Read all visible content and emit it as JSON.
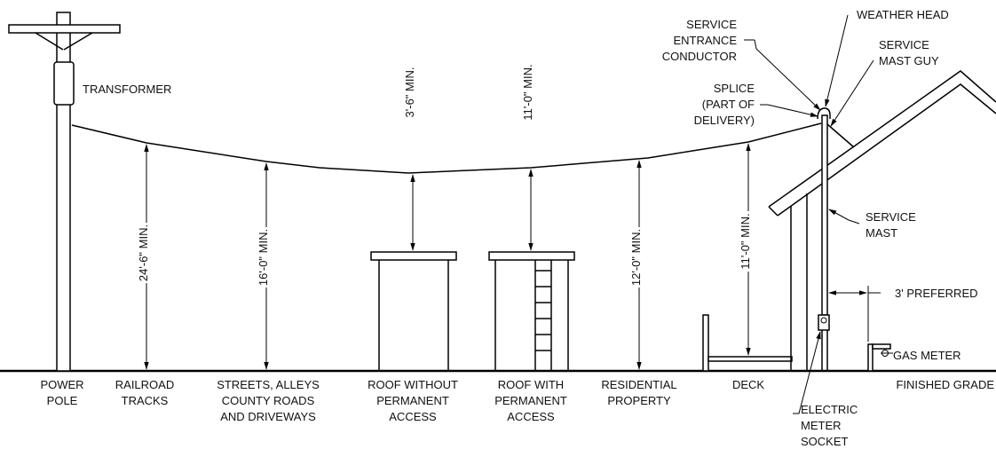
{
  "labels": {
    "transformer": "TRANSFORMER",
    "service_entrance_1": "SERVICE",
    "service_entrance_2": "ENTRANCE",
    "service_entrance_3": "CONDUCTOR",
    "weather_head": "WEATHER HEAD",
    "mast_guy_1": "SERVICE",
    "mast_guy_2": "MAST GUY",
    "splice_1": "SPLICE",
    "splice_2": "(PART OF",
    "splice_3": "DELIVERY)",
    "service_mast_1": "SERVICE",
    "service_mast_2": "MAST",
    "preferred": "3' PREFERRED",
    "gas_meter": "GAS METER",
    "meter_socket_1": "ELECTRIC",
    "meter_socket_2": "METER",
    "meter_socket_3": "SOCKET"
  },
  "clearances": {
    "railroad": "24'-6\" MIN.",
    "streets": "16'-0\" MIN.",
    "roof_no_access": "3'-6\" MIN.",
    "roof_access": "11'-0\" MIN.",
    "residential": "12'-0\" MIN.",
    "deck": "11'-0\" MIN."
  },
  "ground_labels": {
    "power_pole_1": "POWER",
    "power_pole_2": "POLE",
    "railroad_1": "RAILROAD",
    "railroad_2": "TRACKS",
    "streets_1": "STREETS, ALLEYS",
    "streets_2": "COUNTY ROADS",
    "streets_3": "AND DRIVEWAYS",
    "roof_no_1": "ROOF WITHOUT",
    "roof_no_2": "PERMANENT",
    "roof_no_3": "ACCESS",
    "roof_with_1": "ROOF WITH",
    "roof_with_2": "PERMANENT",
    "roof_with_3": "ACCESS",
    "residential_1": "RESIDENTIAL",
    "residential_2": "PROPERTY",
    "deck": "DECK",
    "finished_grade": "FINISHED GRADE"
  }
}
